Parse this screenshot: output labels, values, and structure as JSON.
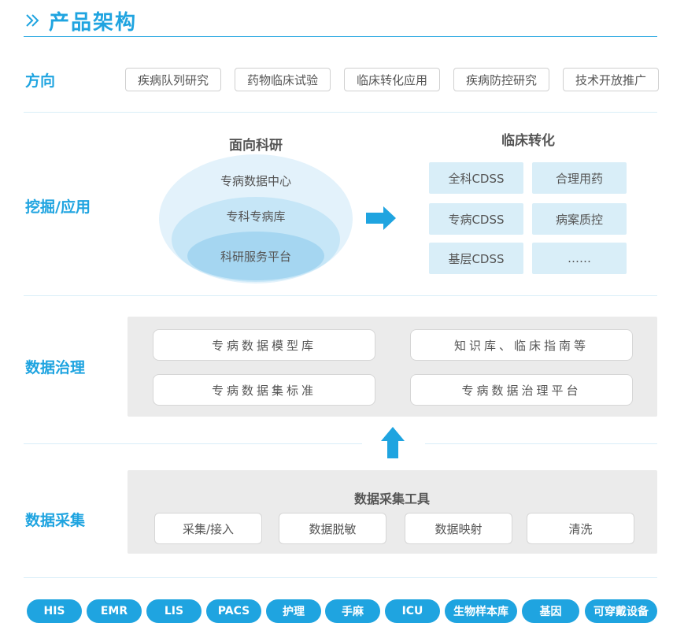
{
  "header": {
    "title": "产品架构"
  },
  "rows": {
    "direction": "方向",
    "mining": "挖掘/应用",
    "governance": "数据治理",
    "collection": "数据采集"
  },
  "direction_tags": [
    "疾病队列研究",
    "药物临床试验",
    "临床转化应用",
    "疾病防控研究",
    "技术开放推广"
  ],
  "research": {
    "title": "面向科研",
    "layers": [
      "专病数据中心",
      "专科专病库",
      "科研服务平台"
    ]
  },
  "clinical": {
    "title": "临床转化",
    "items": [
      "全科CDSS",
      "合理用药",
      "专病CDSS",
      "病案质控",
      "基层CDSS",
      "……"
    ]
  },
  "governance_items": [
    "专病数据模型库",
    "知识库、临床指南等",
    "专病数据集标准",
    "专病数据治理平台"
  ],
  "collection": {
    "title": "数据采集工具",
    "items": [
      "采集/接入",
      "数据脱敏",
      "数据映射",
      "清洗"
    ]
  },
  "sources": [
    "HIS",
    "EMR",
    "LIS",
    "PACS",
    "护理",
    "手麻",
    "ICU",
    "生物样本库",
    "基因",
    "可穿戴设备"
  ]
}
